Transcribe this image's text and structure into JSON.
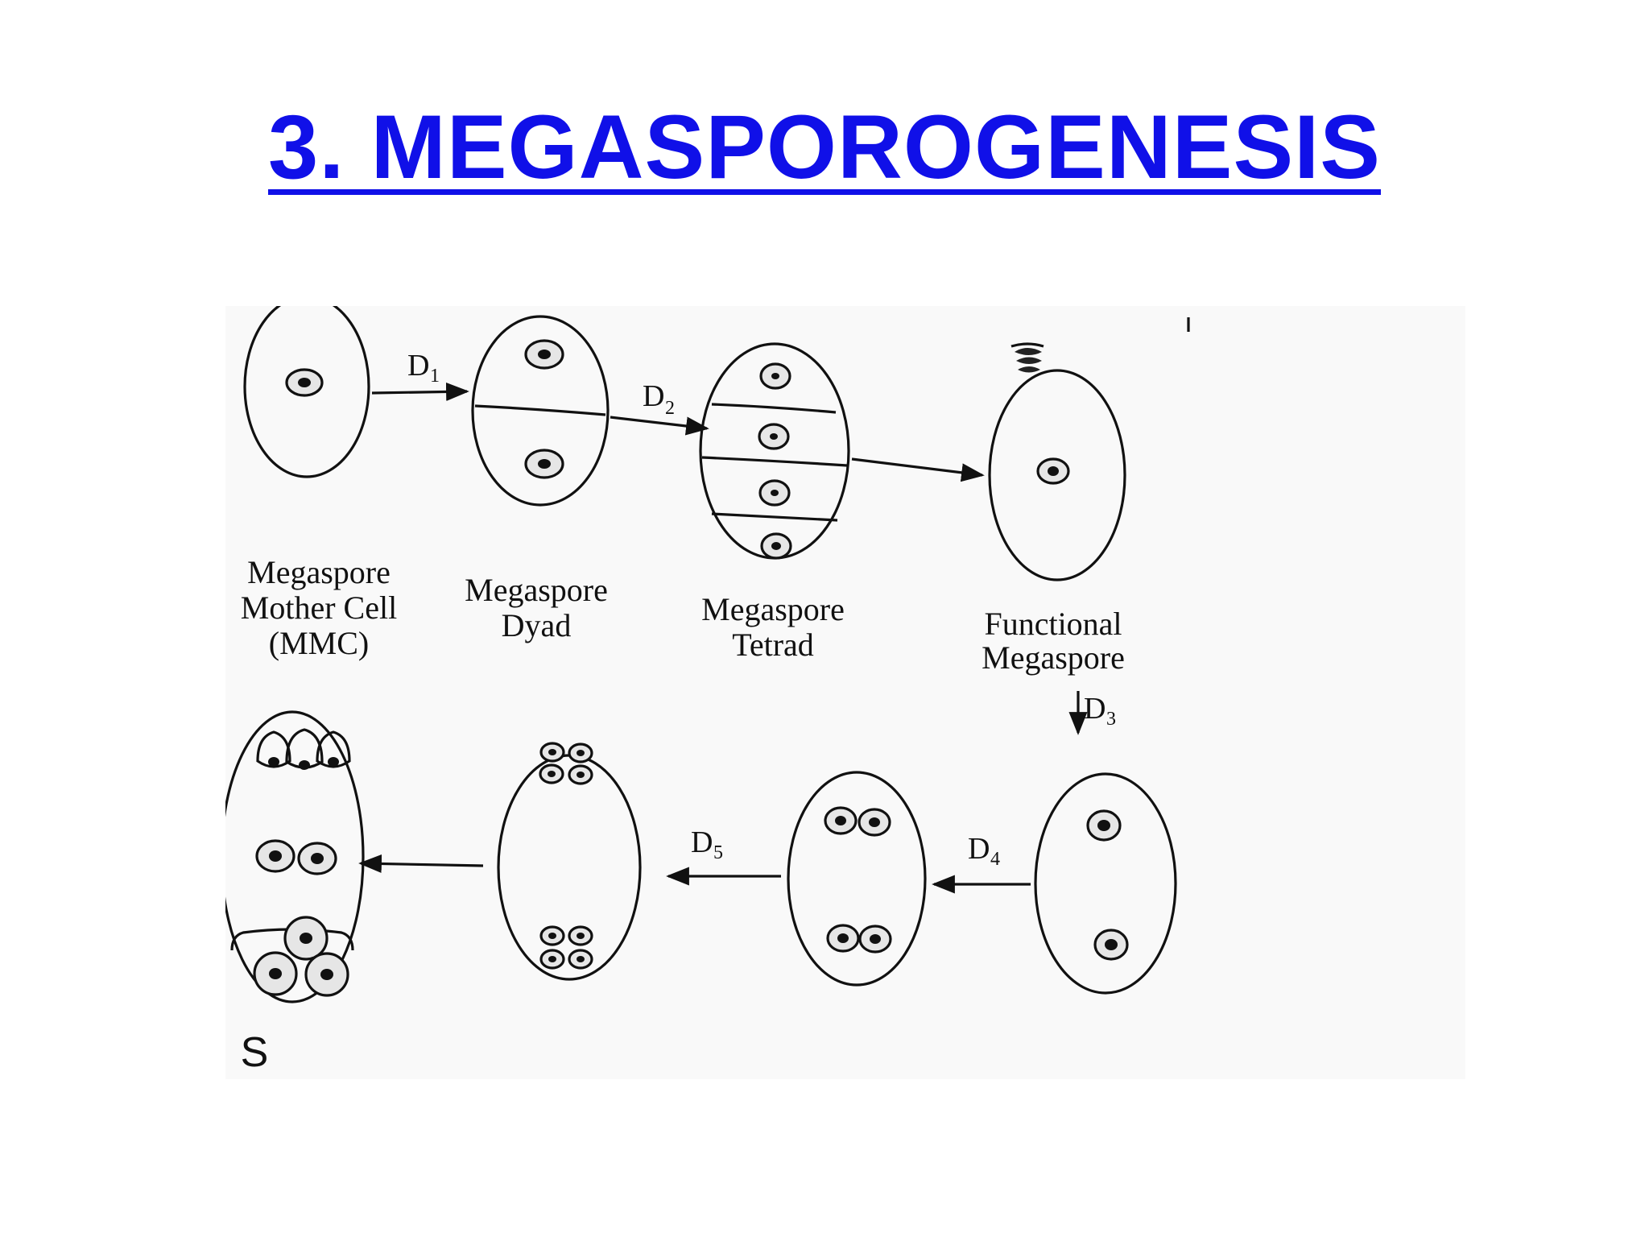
{
  "title": "3. MEGASPOROGENESIS",
  "stages": {
    "mmc": {
      "line1": "Megaspore",
      "line2": "Mother Cell",
      "line3": "(MMC)"
    },
    "dyad": {
      "line1": "Megaspore",
      "line2": "Dyad"
    },
    "tetrad": {
      "line1": "Megaspore",
      "line2": "Tetrad"
    },
    "functional": {
      "line1": "Functional",
      "line2": "Megaspore"
    },
    "embryo_sac": {
      "label": "S"
    }
  },
  "divisions": [
    {
      "letter": "D",
      "sub": "1"
    },
    {
      "letter": "D",
      "sub": "2"
    },
    {
      "letter": "D",
      "sub": "3"
    },
    {
      "letter": "D",
      "sub": "4"
    },
    {
      "letter": "D",
      "sub": "5"
    }
  ]
}
